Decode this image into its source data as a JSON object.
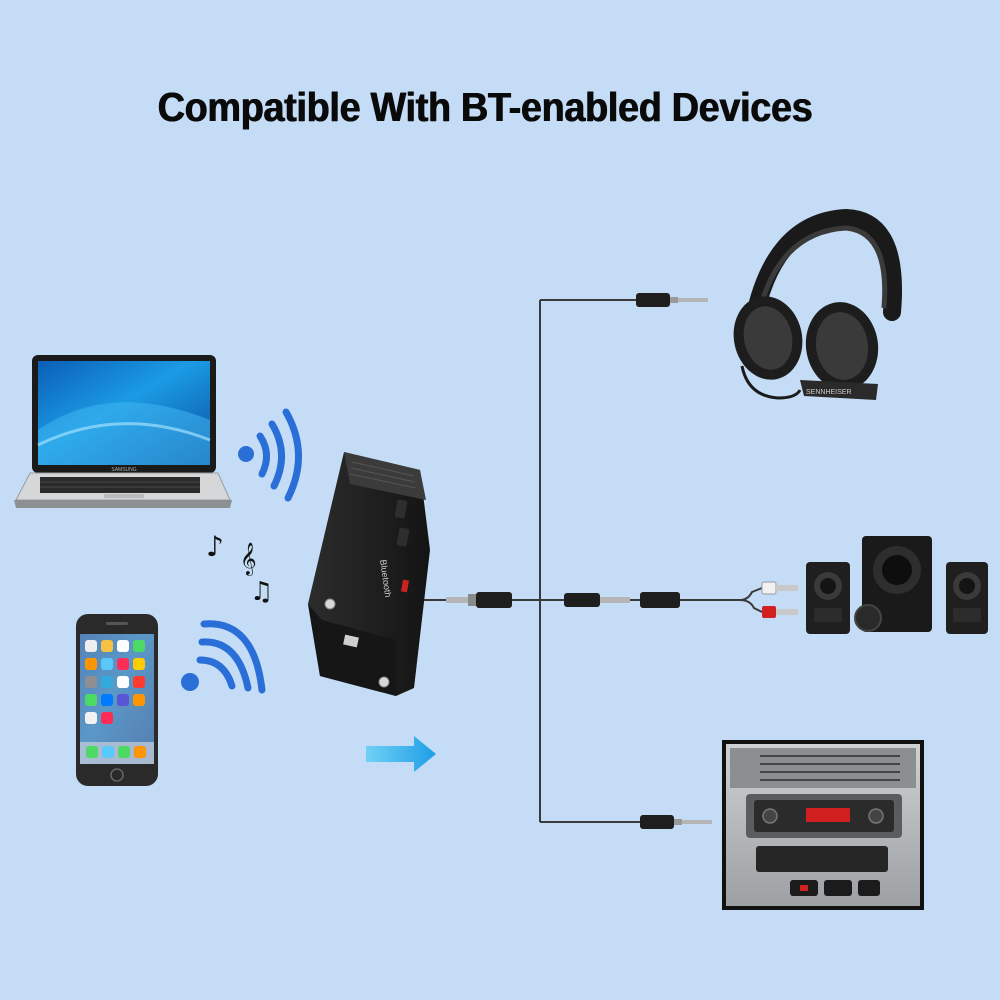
{
  "title": "Compatible With BT-enabled Devices",
  "devices": {
    "laptop_brand": "SAMSUNG",
    "transmitter_label": "Bluetooth",
    "headphone_brand": "SENNHEISER"
  },
  "colors": {
    "background": "#c4dcf5",
    "bluetooth_wave": "#2a6fd8",
    "arrow": "#3fb6ec",
    "cable": "#3a3a3a",
    "device_body": "#1c1c1c",
    "rca_red": "#d22020"
  },
  "icons": [
    "laptop-icon",
    "smartphone-icon",
    "wireless-signal-icon",
    "music-note-icon",
    "transmitter-device",
    "headphones-icon",
    "speakers-icon",
    "car-stereo-icon",
    "arrow-right-icon"
  ]
}
